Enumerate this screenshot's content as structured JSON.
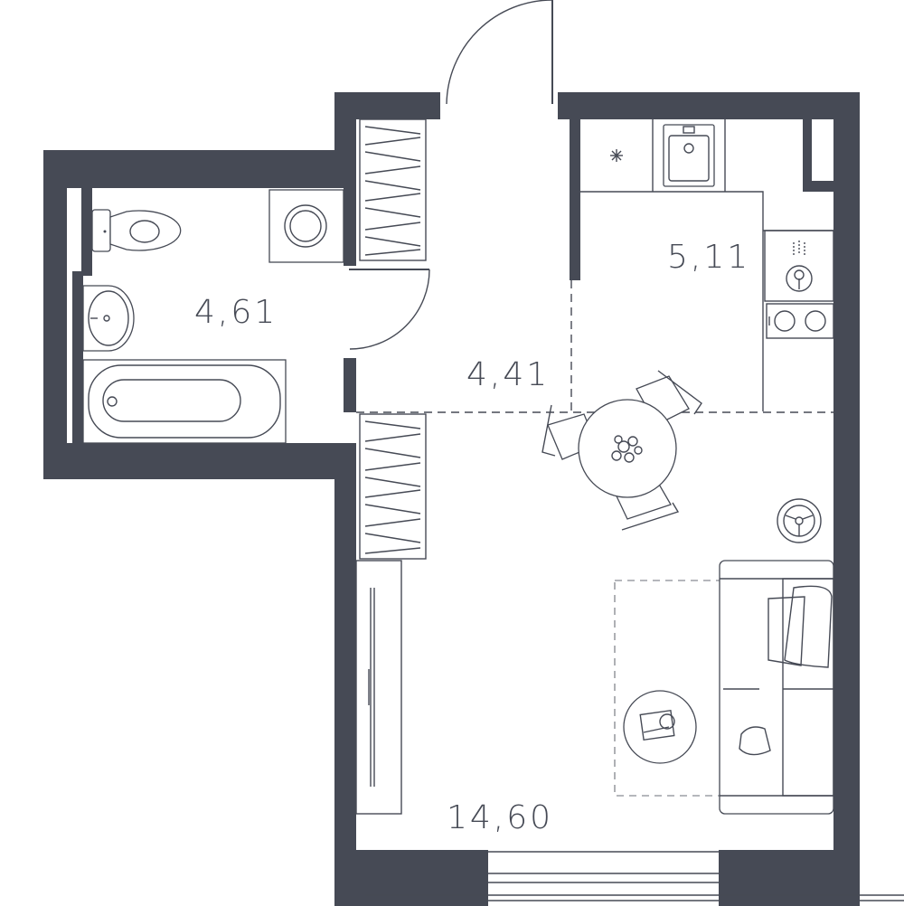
{
  "rooms": {
    "bathroom_area": "4,61",
    "hall_area": "4,41",
    "kitchen_area": "5,11",
    "living_area": "14,60"
  },
  "colors": {
    "wall": "#464a55",
    "background": "#ffffff"
  },
  "icons": [
    "toilet-icon",
    "washing-machine-icon",
    "sink-icon",
    "bathtub-icon",
    "kitchen-sink-icon",
    "stove-icon",
    "hob-icon",
    "dining-table-icon",
    "chair-icon",
    "sofa-icon",
    "coffee-table-icon",
    "wardrobe-icon",
    "door-icon",
    "window-icon"
  ]
}
